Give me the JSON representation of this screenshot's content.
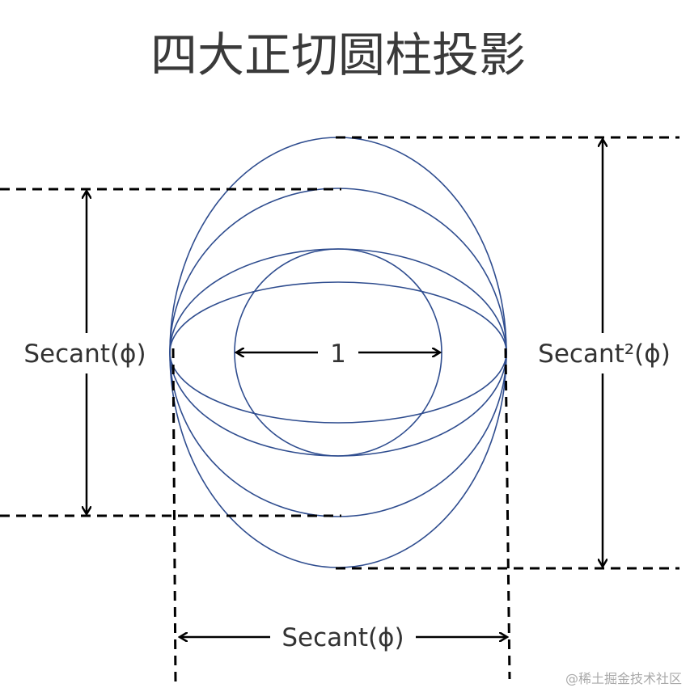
{
  "title": "四大正切圆柱投影",
  "labels": {
    "left_height": "Secant(ϕ)",
    "right_height": "Secant²(ϕ)",
    "bottom_width": "Secant(ϕ)",
    "center_width": "1"
  },
  "watermark": "@稀土掘金技术社区",
  "colors": {
    "ellipse_stroke": "#2f4d8f",
    "dash_color": "#000000",
    "arrow_color": "#000000"
  }
}
